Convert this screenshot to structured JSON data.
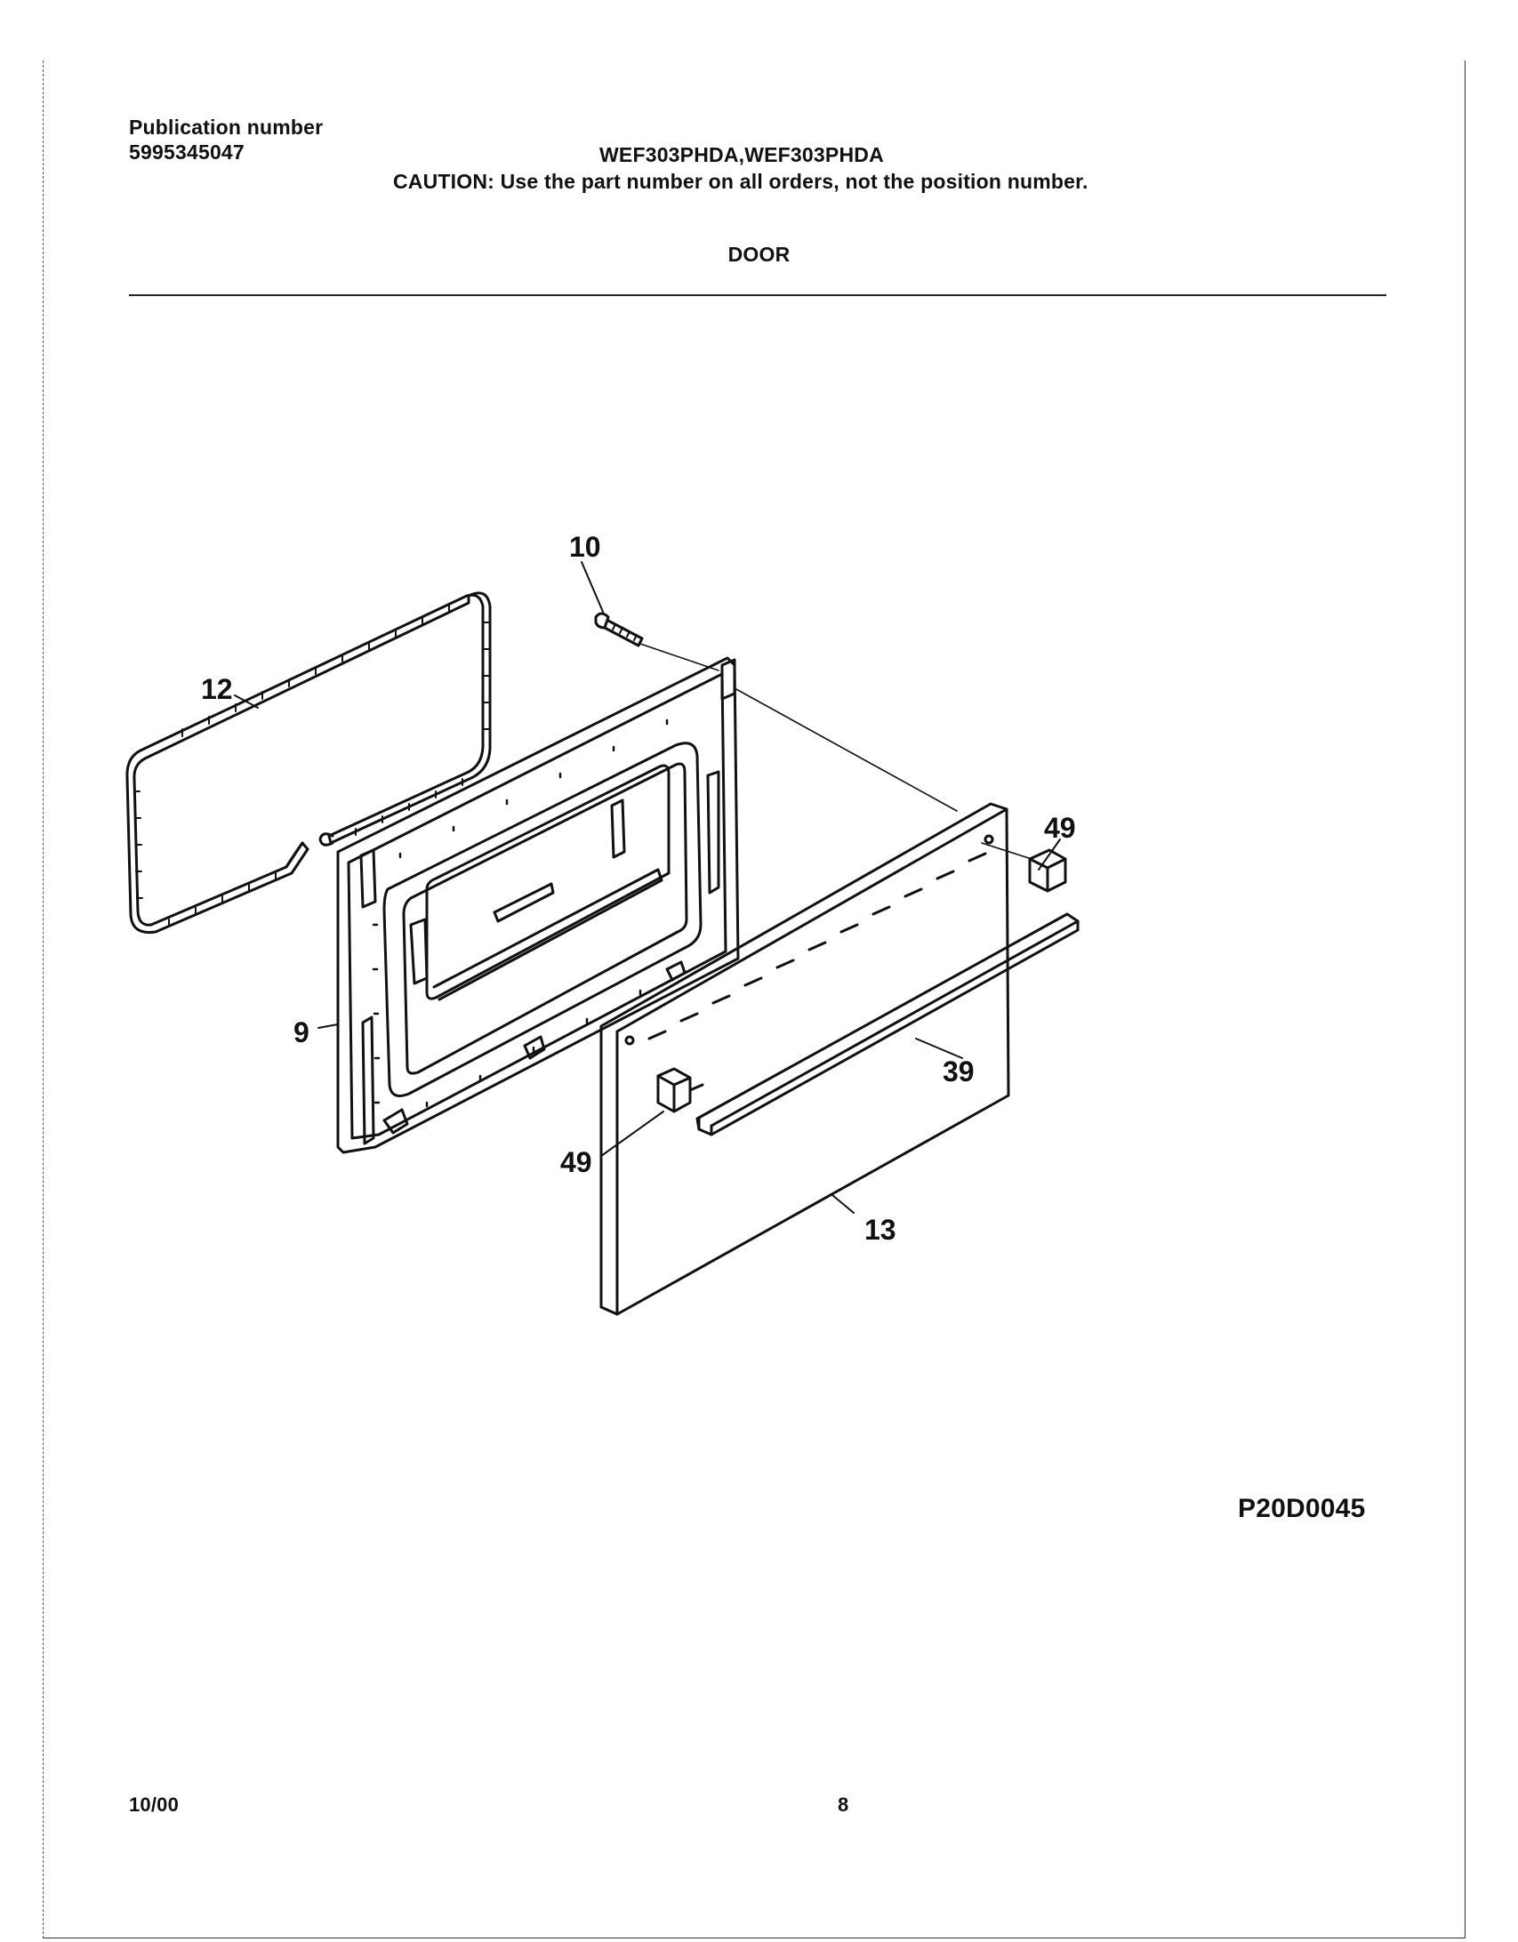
{
  "header": {
    "publication_label": "Publication number",
    "publication_number": "5995345047",
    "models": "WEF303PHDA,WEF303PHDA",
    "caution": "CAUTION:  Use the part number on all orders, not the position number.",
    "section_title": "DOOR"
  },
  "callouts": {
    "inner_door_frame": "9",
    "screw": "10",
    "gasket": "12",
    "outer_door_panel": "13",
    "handle": "39",
    "end_cap_right": "49",
    "end_cap_left": "49"
  },
  "diagram_code": "P20D0045",
  "footer": {
    "date": "10/00",
    "page_number": "8"
  }
}
